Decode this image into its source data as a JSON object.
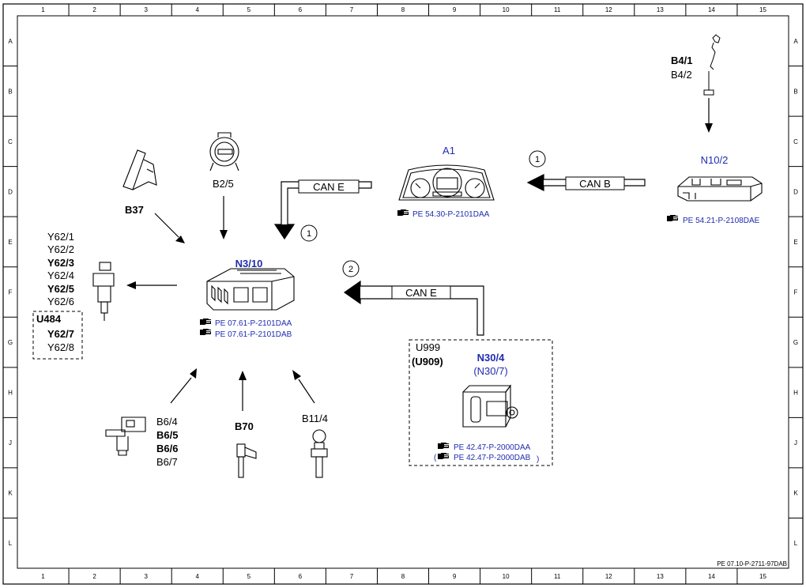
{
  "frame": {
    "columns": [
      "1",
      "2",
      "3",
      "4",
      "5",
      "6",
      "7",
      "8",
      "9",
      "10",
      "11",
      "12",
      "13",
      "14",
      "15"
    ],
    "rows": [
      "A",
      "B",
      "C",
      "D",
      "E",
      "F",
      "G",
      "H",
      "J",
      "K",
      "L"
    ],
    "doc_id": "PE 07.10-P-2711-97DAB"
  },
  "colors": {
    "link": "#1f2bb0",
    "line": "#000000"
  },
  "central": {
    "label": "N3/10",
    "refs": [
      "PE 07.61-P-2101DAA",
      "PE 07.61-P-2101DAB"
    ]
  },
  "a1": {
    "label": "A1",
    "ref": "PE 54.30-P-2101DAA"
  },
  "n10": {
    "label": "N10/2",
    "ref": "PE 54.21-P-2108DAE"
  },
  "b4": {
    "labels": [
      "B4/1",
      "B4/2"
    ]
  },
  "b37": {
    "label": "B37"
  },
  "b25": {
    "label": "B2/5"
  },
  "injectors": {
    "labels": [
      "Y62/1",
      "Y62/2",
      "Y62/3",
      "Y62/4",
      "Y62/5",
      "Y62/6"
    ],
    "group_label": "U484",
    "group_items": [
      "Y62/7",
      "Y62/8"
    ]
  },
  "b6": {
    "labels": [
      "B6/4",
      "B6/5",
      "B6/6",
      "B6/7"
    ]
  },
  "b70": {
    "label": "B70"
  },
  "b114": {
    "label": "B11/4"
  },
  "n30": {
    "u1": "U999",
    "u2": "(U909)",
    "label": "N30/4",
    "label2": "(N30/7)",
    "refs": [
      "PE 42.47-P-2000DAA",
      "PE 42.47-P-2000DAB"
    ],
    "paren_open": "(",
    "paren_close": ")"
  },
  "buses": {
    "can_e_top": "CAN E",
    "can_b": "CAN B",
    "can_e_mid": "CAN E"
  },
  "markers": {
    "m1a": "1",
    "m1b": "1",
    "m2": "2"
  },
  "icons": [
    "pointing-hand-icon"
  ]
}
